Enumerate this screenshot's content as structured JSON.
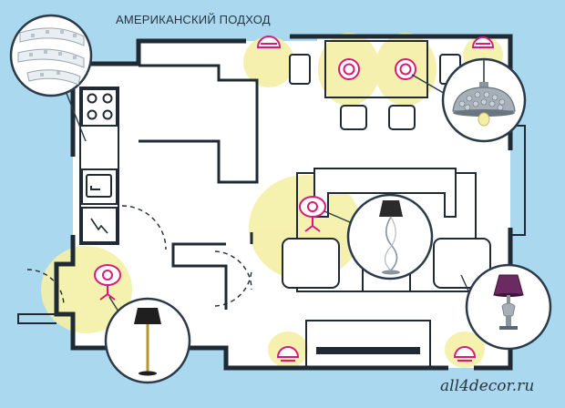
{
  "diagram": {
    "title": "АМЕРИКАНСКИЙ ПОДХОД",
    "brand": "all4decor.ru",
    "colors": {
      "background": "#a9d8ef",
      "floor": "#ffffff",
      "wall": "#1f2a35",
      "light_glow": "#f4efa6",
      "lamp_symbol": "#d81b7a",
      "inset_border": "#2a3a48"
    },
    "fixtures": [
      {
        "name": "ceiling-spot-lamp",
        "type": "wall-sconce"
      },
      {
        "name": "dining-pendant-left",
        "type": "pendant"
      },
      {
        "name": "dining-pendant-right",
        "type": "pendant"
      },
      {
        "name": "corner-spot-lamp",
        "type": "wall-sconce"
      },
      {
        "name": "living-floor-lamp",
        "type": "floor-lamp"
      },
      {
        "name": "hall-floor-lamp",
        "type": "floor-lamp"
      },
      {
        "name": "tv-left-sconce",
        "type": "wall-sconce"
      },
      {
        "name": "tv-right-sconce",
        "type": "wall-sconce"
      }
    ],
    "insets": [
      "led-strip",
      "pendant-chandelier",
      "living-floor-lamp",
      "table-lamp",
      "hall-floor-lamp"
    ]
  }
}
